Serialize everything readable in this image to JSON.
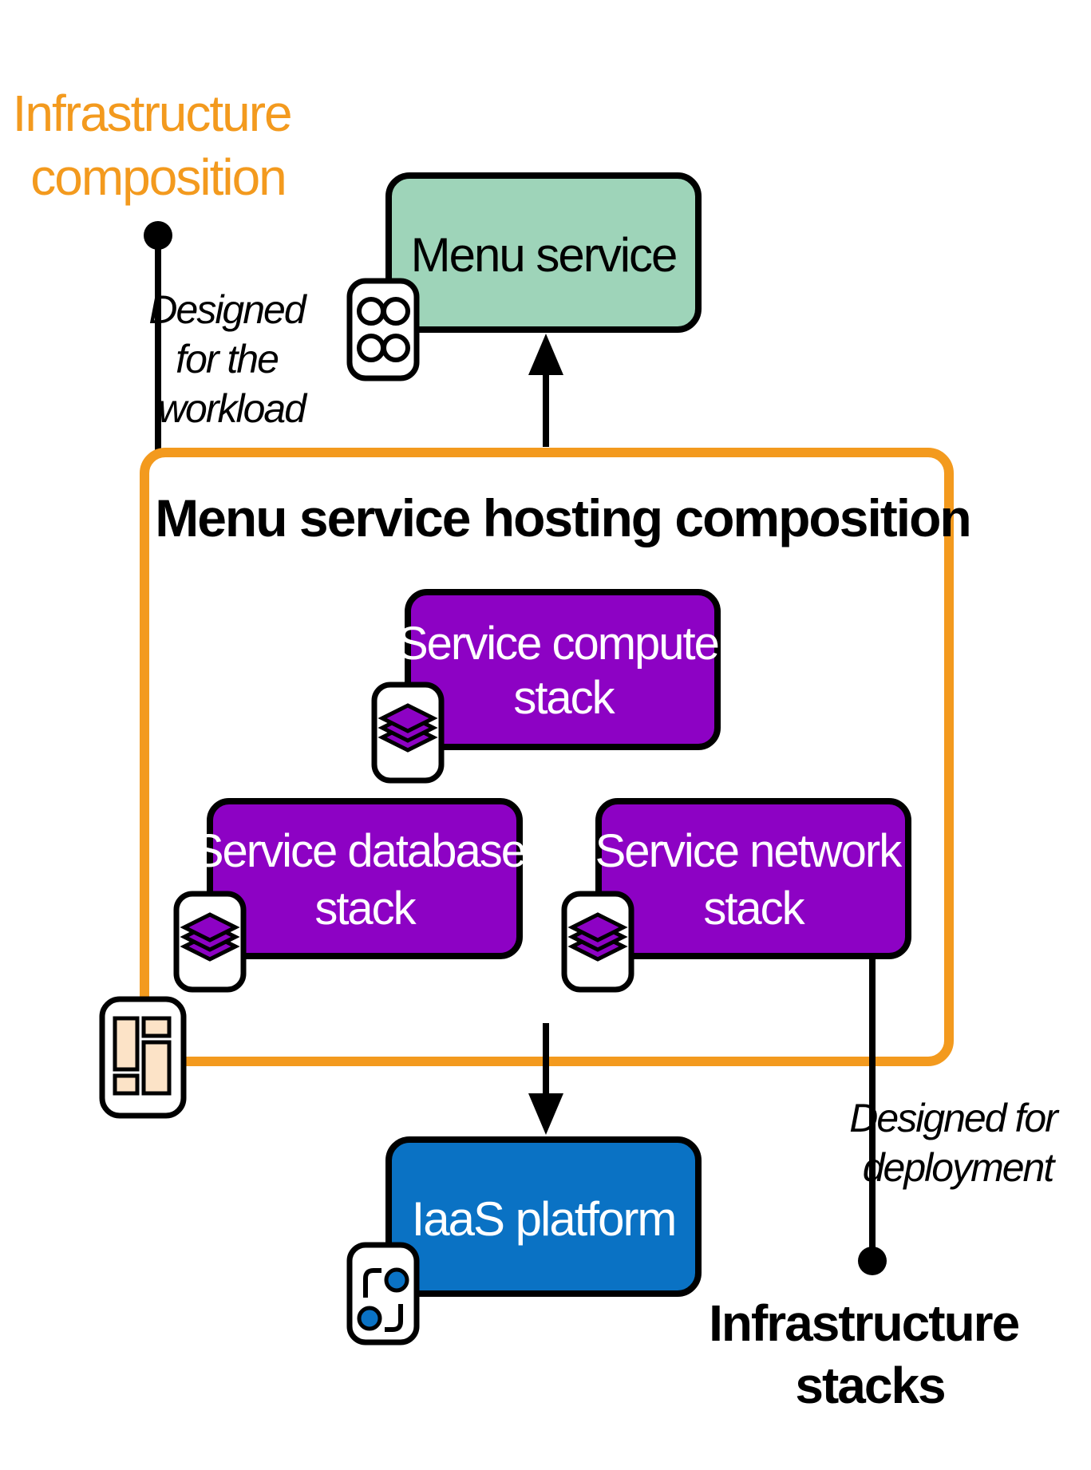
{
  "infra_composition_label": [
    "Infrastructure",
    "composition"
  ],
  "designed_for_workload": [
    "Designed",
    "for the",
    "workload"
  ],
  "menu_service": "Menu service",
  "hosting_composition_title": "Menu service hosting composition",
  "compute_stack": [
    "Service compute",
    "stack"
  ],
  "database_stack": [
    "Service database",
    "stack"
  ],
  "network_stack": [
    "Service network",
    "stack"
  ],
  "iaas_platform": "IaaS platform",
  "designed_for_deployment": [
    "Designed for",
    "deployment"
  ],
  "infra_stacks_label": [
    "Infrastructure",
    "stacks"
  ],
  "icons": {
    "menu_service": "grid-four-circles-icon",
    "compute_stack": "stack-layers-icon",
    "database_stack": "stack-layers-icon",
    "network_stack": "stack-layers-icon",
    "composition": "composition-panels-icon",
    "iaas": "platform-circles-icon"
  },
  "colors": {
    "orange": "#F39A1E",
    "green": "#9ED4B9",
    "purple": "#8D02C4",
    "blue": "#0A72C4",
    "black": "#000000"
  }
}
